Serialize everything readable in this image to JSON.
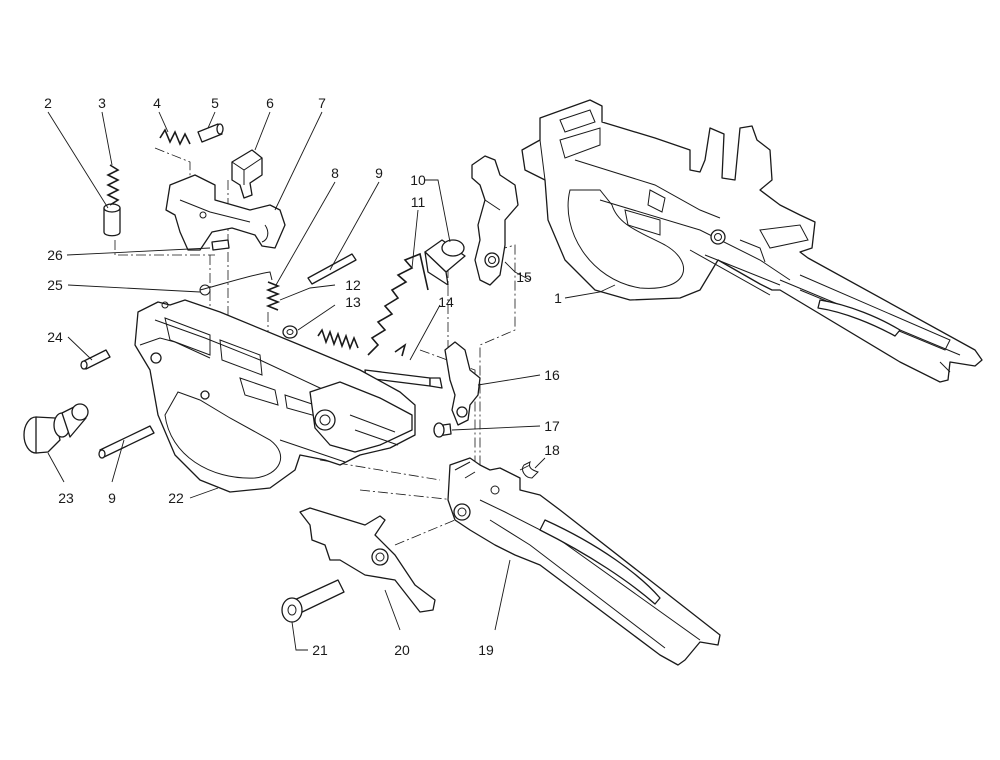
{
  "callouts": {
    "c1": "1",
    "c2": "2",
    "c3": "3",
    "c4": "4",
    "c5": "5",
    "c6": "6",
    "c7": "7",
    "c8": "8",
    "c9a": "9",
    "c9b": "9",
    "c10": "10",
    "c11": "11",
    "c12": "12",
    "c13": "13",
    "c14": "14",
    "c15": "15",
    "c16": "16",
    "c17": "17",
    "c18": "18",
    "c19": "19",
    "c20": "20",
    "c21": "21",
    "c22": "22",
    "c23": "23",
    "c24": "24",
    "c25": "25",
    "c26": "26"
  },
  "colors": {
    "line": "#1a1a1a",
    "background": "#ffffff"
  }
}
